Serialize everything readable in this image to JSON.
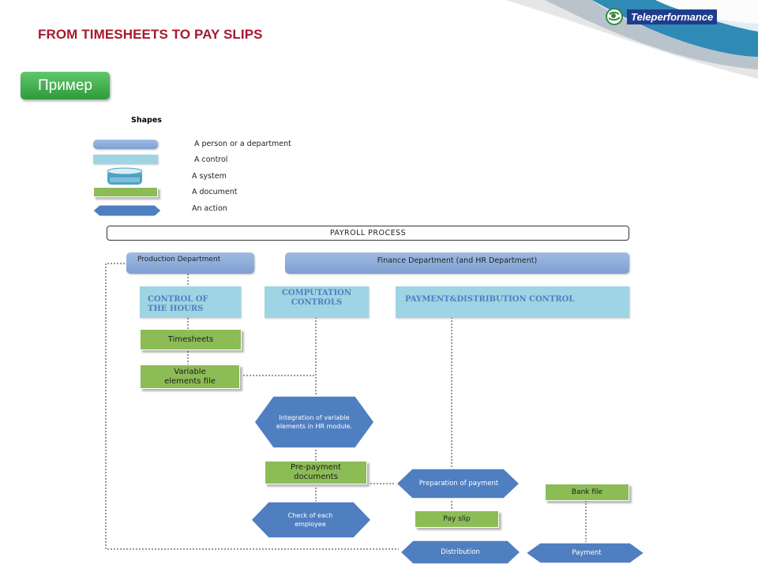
{
  "header": {
    "title": "FROM TIMESHEETS TO PAY SLIPS",
    "badge": "Пример",
    "logo_text": "Teleperformance"
  },
  "legend": {
    "title": "Shapes",
    "items": [
      {
        "shape": "person",
        "label": "A person or a department"
      },
      {
        "shape": "control",
        "label": "A control"
      },
      {
        "shape": "system",
        "label": "A system"
      },
      {
        "shape": "document",
        "label": "A document"
      },
      {
        "shape": "action",
        "label": "An action"
      }
    ]
  },
  "diagram": {
    "process_title": "PAYROLL PROCESS",
    "departments": {
      "production": "Production  Department",
      "finance": "Finance Department (and HR Department)"
    },
    "controls": {
      "hours": "CONTROL OF THE HOURS",
      "computation": "COMPUTATION CONTROLS",
      "payment": "PAYMENT&DISTRIBUTION CONTROL"
    },
    "documents": {
      "timesheets": "Timesheets",
      "variable": "Variable elements file",
      "prepayment": "Pre-payment documents",
      "payslip": "Pay slip",
      "bankfile": "Bank file"
    },
    "actions": {
      "integration": "Integration of variable elements in HR module.",
      "check": "Check of each employee",
      "preparation": "Preparation of payment",
      "distribution": "Distribution",
      "payment": "Payment"
    }
  },
  "colors": {
    "title_red": "#a6192e",
    "person_blue": "#8fadd9",
    "control_cyan": "#9ed4e3",
    "document_green": "#8cbc56",
    "action_blue": "#4f7fc0"
  }
}
